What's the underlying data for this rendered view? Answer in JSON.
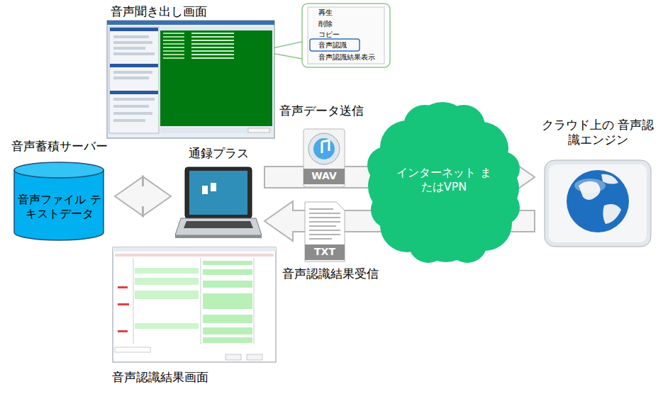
{
  "diagram": {
    "nodes": [
      {
        "text": [
          "音声蓄積サーバー",
          "音声ファイル テキストデータ"
        ]
      },
      {
        "text": [
          "通録プラス"
        ]
      },
      {
        "text": [
          "インターネット またはVPN"
        ]
      },
      {
        "text": [
          "クラウド上の 音声認識エンジン"
        ]
      },
      {
        "text": [
          "再生",
          "削除",
          "コピー",
          "音声認識",
          "音声認識結果表示"
        ]
      }
    ],
    "edges": [
      {
        "from": 0,
        "to": 1,
        "arrow": "both"
      },
      {
        "from": 1,
        "to": 3,
        "label": "音声データ送信",
        "arrow": "to"
      },
      {
        "from": 3,
        "to": 1,
        "label": "音声認識結果受信",
        "arrow": "to"
      }
    ],
    "labels": [
      "音声聞き出し画面",
      "WAV",
      "TXT",
      "音声認識結果画面"
    ]
  }
}
